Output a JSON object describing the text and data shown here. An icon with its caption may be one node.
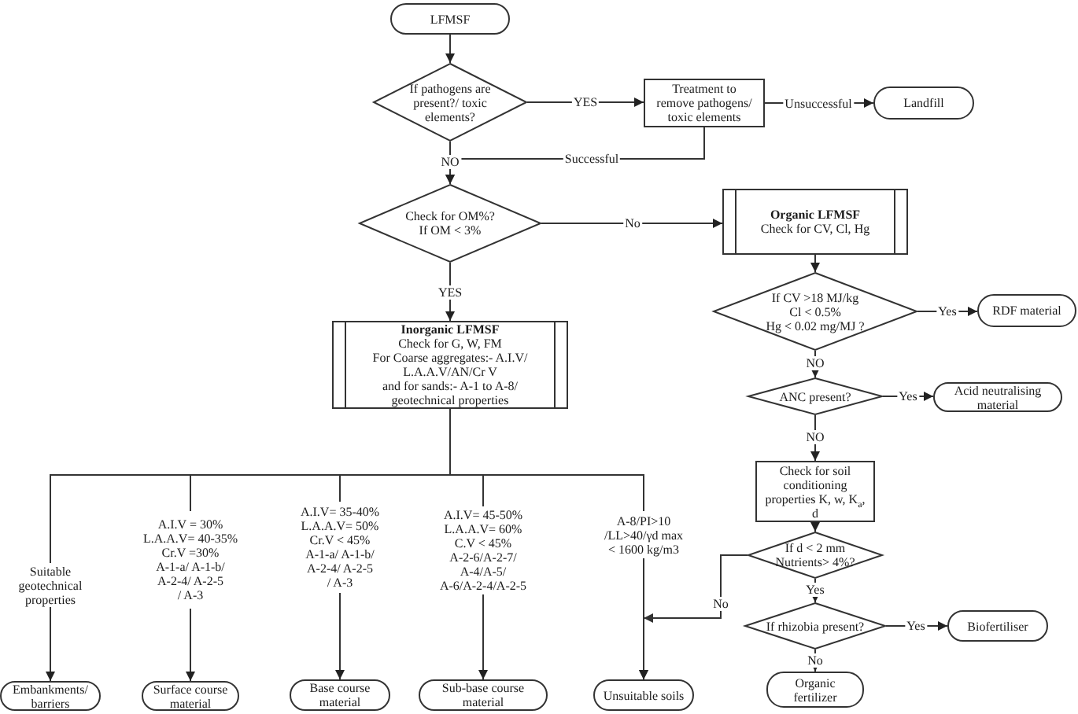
{
  "diagram": {
    "nodes": [
      {
        "text": [
          "LFMSF"
        ]
      },
      {
        "text": [
          "If pathogens are present?/ toxic elements?"
        ]
      },
      {
        "text": [
          "Treatment to remove pathogens/ toxic elements"
        ]
      },
      {
        "text": [
          "Landfill"
        ]
      },
      {
        "text": [
          "Check for OM%? If OM < 3%"
        ]
      },
      {
        "text": [
          "Organic LFMSF",
          "Check for CV, Cl, Hg"
        ]
      },
      {
        "text": [
          "Inorganic LFMSF",
          "Check for G, W, FM",
          "For Coarse aggregates:- A.I.V/ L.A.A.V/AN/Cr V",
          "and for sands:- A-1 to A-8/ geotechnical properties"
        ]
      },
      {
        "text": [
          "If CV >18 MJ/kg",
          "Cl < 0.5%",
          "Hg < 0.02 mg/MJ ?"
        ]
      },
      {
        "text": [
          "RDF material"
        ]
      },
      {
        "text": [
          "ANC present?"
        ]
      },
      {
        "text": [
          "Acid neutralising material"
        ]
      },
      {
        "text": [
          "Check for soil conditioning properties K, w, K$_{a}$, d"
        ]
      },
      {
        "text": [
          "If d < 2 mm",
          "Nutrients> 4%?"
        ]
      },
      {
        "text": [
          "If rhizobia present?"
        ]
      },
      {
        "text": [
          "Biofertiliser"
        ]
      },
      {
        "text": [
          "Organic fertilizer"
        ]
      },
      {
        "text": [
          "Suitable geotechnical properties"
        ]
      },
      {
        "text": [
          "Embankments/ barriers"
        ]
      },
      {
        "text": [
          "A.I.V = 30%",
          "L.A.A.V= 40-35%",
          "Cr.V =30%",
          "A-1-a/ A-1-b/ A-2-4/ A-2-5 / A-3"
        ]
      },
      {
        "text": [
          "Surface course material"
        ]
      },
      {
        "text": [
          "A.I.V= 35-40%",
          "L.A.A.V= 50%",
          "Cr.V < 45%",
          "A-1-a/ A-1-b/ A-2-4/ A-2-5 / A-3"
        ]
      },
      {
        "text": [
          "Base course material"
        ]
      },
      {
        "text": [
          "A.I.V= 45-50%",
          "L.A.A.V= 60%",
          "C.V < 45%",
          "A-2-6/A-2-7/ A-4/A-5/ A-6/A-2-4/A-2-5"
        ]
      },
      {
        "text": [
          "Sub-base course material"
        ]
      },
      {
        "text": [
          "A-8/PI>10 /LL>40/γd max < 1600 kg/m3"
        ]
      },
      {
        "text": [
          "Unsuitable soils"
        ]
      }
    ],
    "edges": [
      {
        "from": 0,
        "to": 1,
        "arrow": "to"
      },
      {
        "from": 1,
        "to": 2,
        "arrow": "to",
        "label": "YES"
      },
      {
        "from": 2,
        "to": 3,
        "arrow": "to",
        "label": "Unsuccessful"
      },
      {
        "from": 1,
        "to": 4,
        "arrow": "to",
        "label": "NO"
      },
      {
        "from": 2,
        "to": 4,
        "arrow": "to",
        "label": "Successful"
      },
      {
        "from": 4,
        "to": 5,
        "arrow": "to",
        "label": "No"
      },
      {
        "from": 4,
        "to": 6,
        "arrow": "to",
        "label": "YES"
      },
      {
        "from": 5,
        "to": 7,
        "arrow": "to"
      },
      {
        "from": 7,
        "to": 8,
        "arrow": "to",
        "label": "Yes"
      },
      {
        "from": 7,
        "to": 9,
        "arrow": "to",
        "label": "NO"
      },
      {
        "from": 9,
        "to": 10,
        "arrow": "to",
        "label": "Yes"
      },
      {
        "from": 9,
        "to": 11,
        "arrow": "to",
        "label": "NO"
      },
      {
        "from": 11,
        "to": 12,
        "arrow": "to"
      },
      {
        "from": 12,
        "to": 13,
        "arrow": "to",
        "label": "Yes"
      },
      {
        "from": 13,
        "to": 14,
        "arrow": "to",
        "label": "Yes"
      },
      {
        "from": 13,
        "to": 15,
        "arrow": "to",
        "label": "No"
      },
      {
        "from": 12,
        "to": 25,
        "arrow": "to",
        "label": "No"
      },
      {
        "from": 6,
        "to": 16,
        "arrow": "none"
      },
      {
        "from": 16,
        "to": 17,
        "arrow": "to"
      },
      {
        "from": 6,
        "to": 18,
        "arrow": "none"
      },
      {
        "from": 18,
        "to": 19,
        "arrow": "to"
      },
      {
        "from": 6,
        "to": 20,
        "arrow": "none"
      },
      {
        "from": 20,
        "to": 21,
        "arrow": "to"
      },
      {
        "from": 6,
        "to": 22,
        "arrow": "none"
      },
      {
        "from": 22,
        "to": 23,
        "arrow": "to"
      },
      {
        "from": 6,
        "to": 24,
        "arrow": "none"
      },
      {
        "from": 24,
        "to": 25,
        "arrow": "to"
      }
    ]
  }
}
